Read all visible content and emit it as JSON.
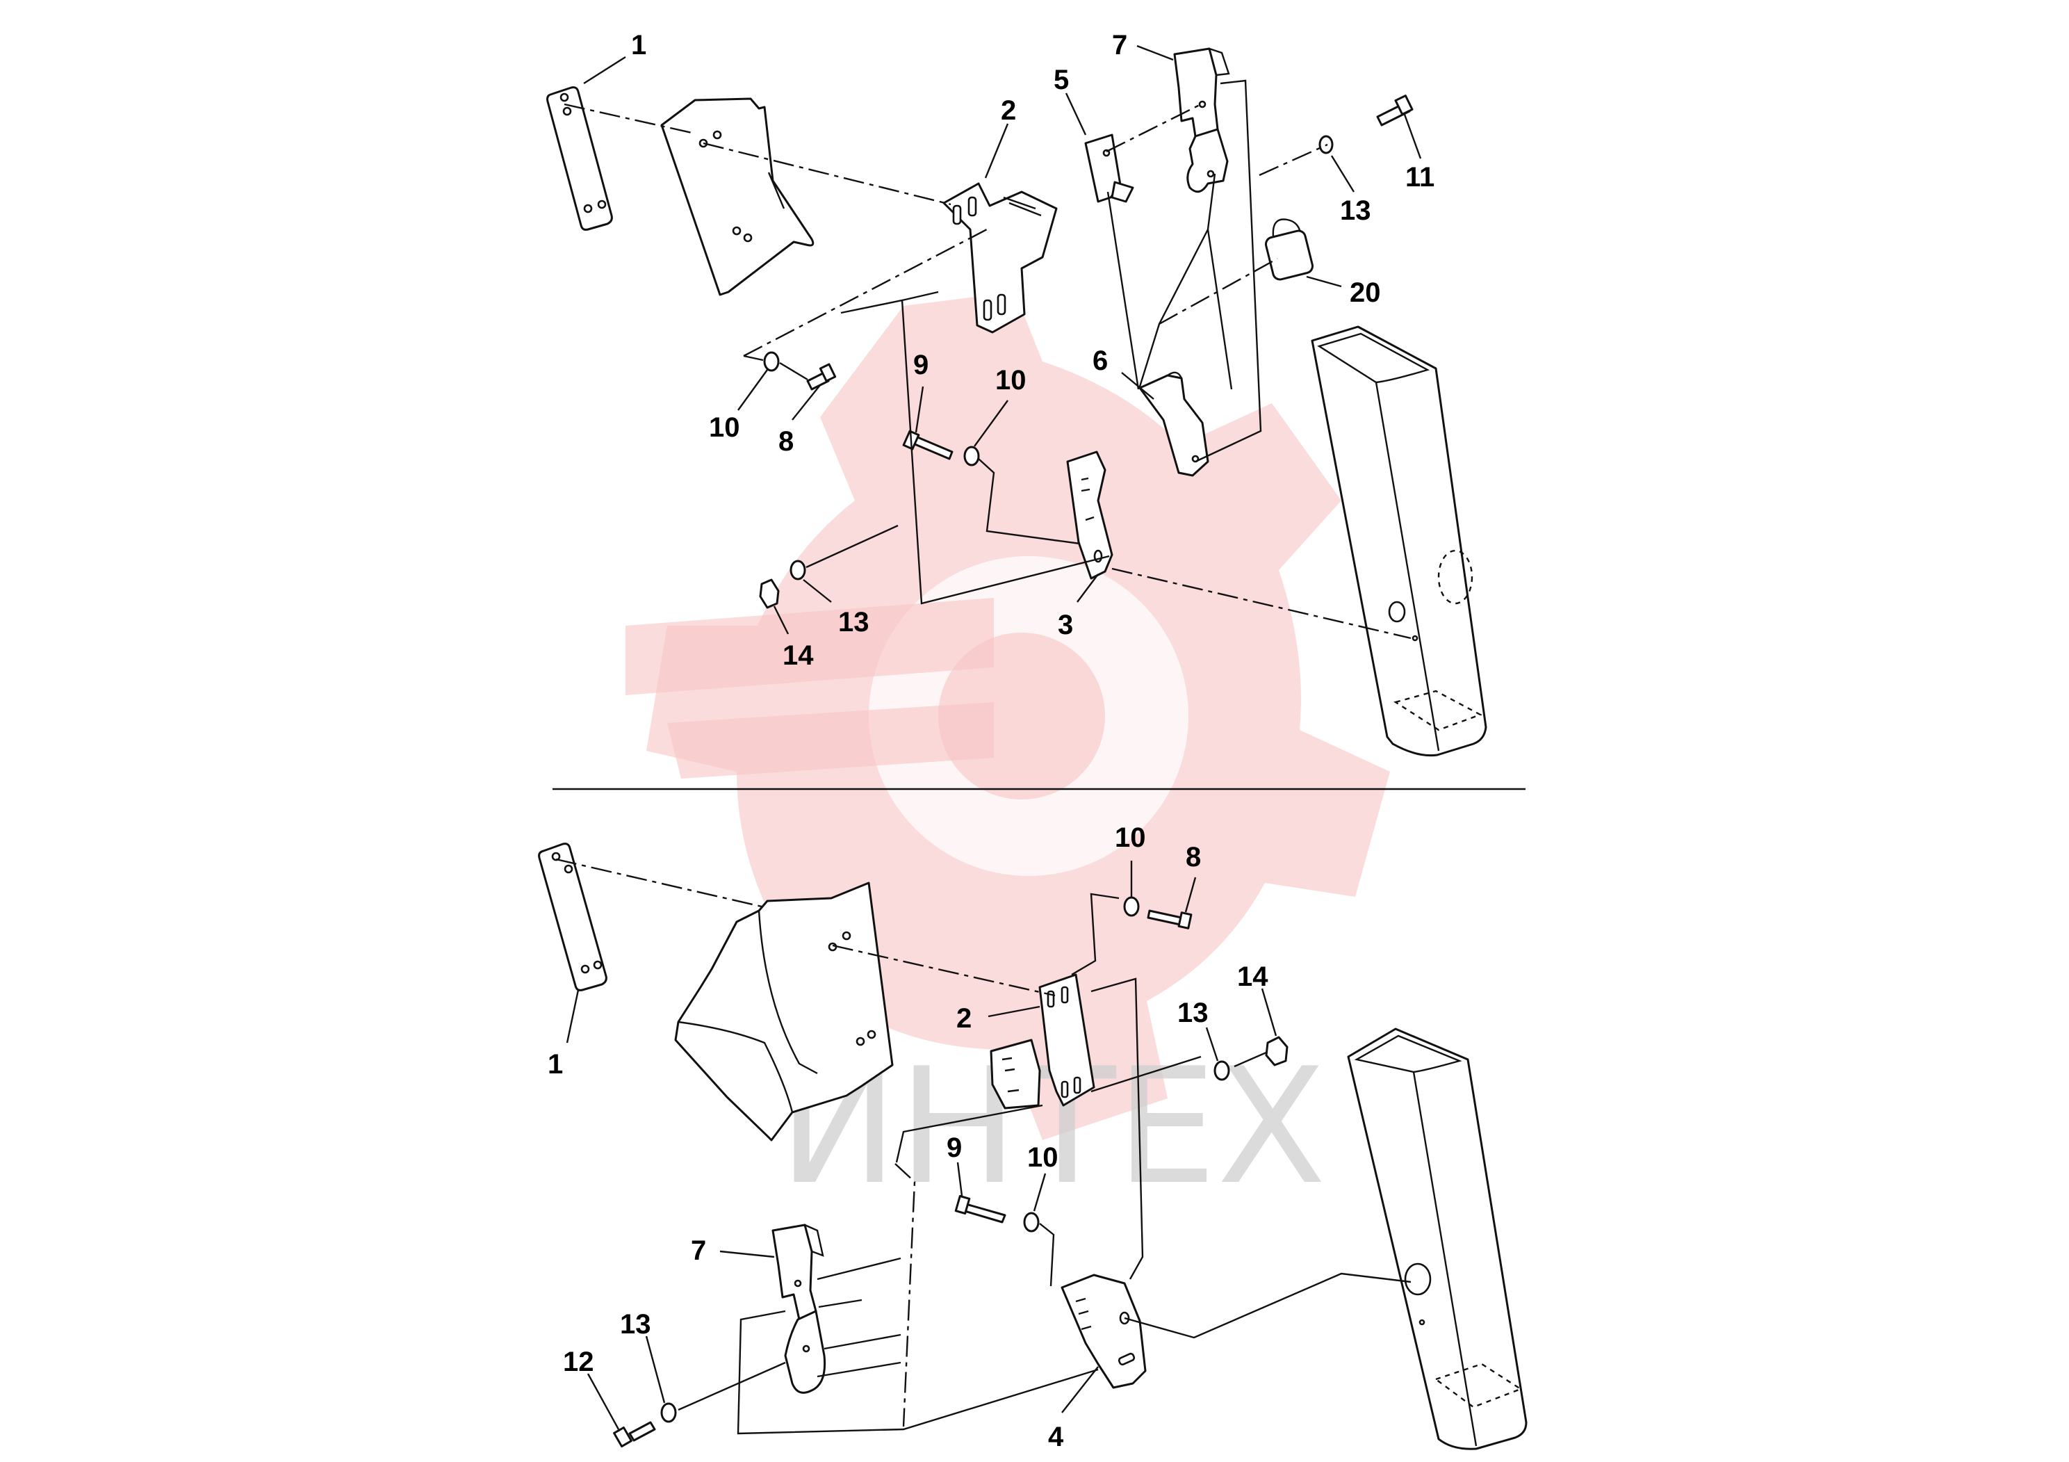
{
  "diagram": {
    "watermark": {
      "text": "ИНТЕХ",
      "accent_color": "#f3b5b5"
    },
    "upper_assembly": {
      "callouts": [
        "1",
        "2",
        "5",
        "7",
        "11",
        "13",
        "20",
        "10",
        "8",
        "9",
        "10",
        "6",
        "3",
        "13",
        "14"
      ]
    },
    "lower_assembly": {
      "callouts": [
        "10",
        "8",
        "1",
        "2",
        "14",
        "13",
        "9",
        "10",
        "7",
        "13",
        "12",
        "4"
      ]
    }
  }
}
